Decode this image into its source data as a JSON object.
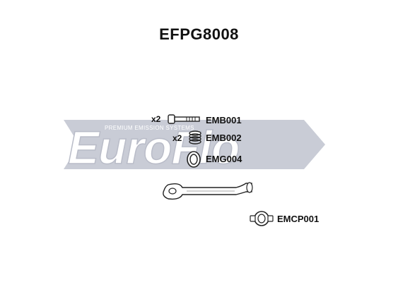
{
  "title": "EFPG8008",
  "watermark": {
    "brand": "EuroFlo",
    "tagline": "PREMIUM EMISSION SYSTEMS",
    "color": "#c9ccd6"
  },
  "parts": [
    {
      "code": "EMB001",
      "qty": "x2",
      "icon": "bolt-icon"
    },
    {
      "code": "EMB002",
      "qty": "x2",
      "icon": "spring-icon"
    },
    {
      "code": "EMG004",
      "qty": "",
      "icon": "gasket-ring-icon"
    },
    {
      "code": "",
      "qty": "",
      "icon": "front-pipe-icon"
    },
    {
      "code": "EMCP001",
      "qty": "",
      "icon": "clamp-icon"
    }
  ]
}
